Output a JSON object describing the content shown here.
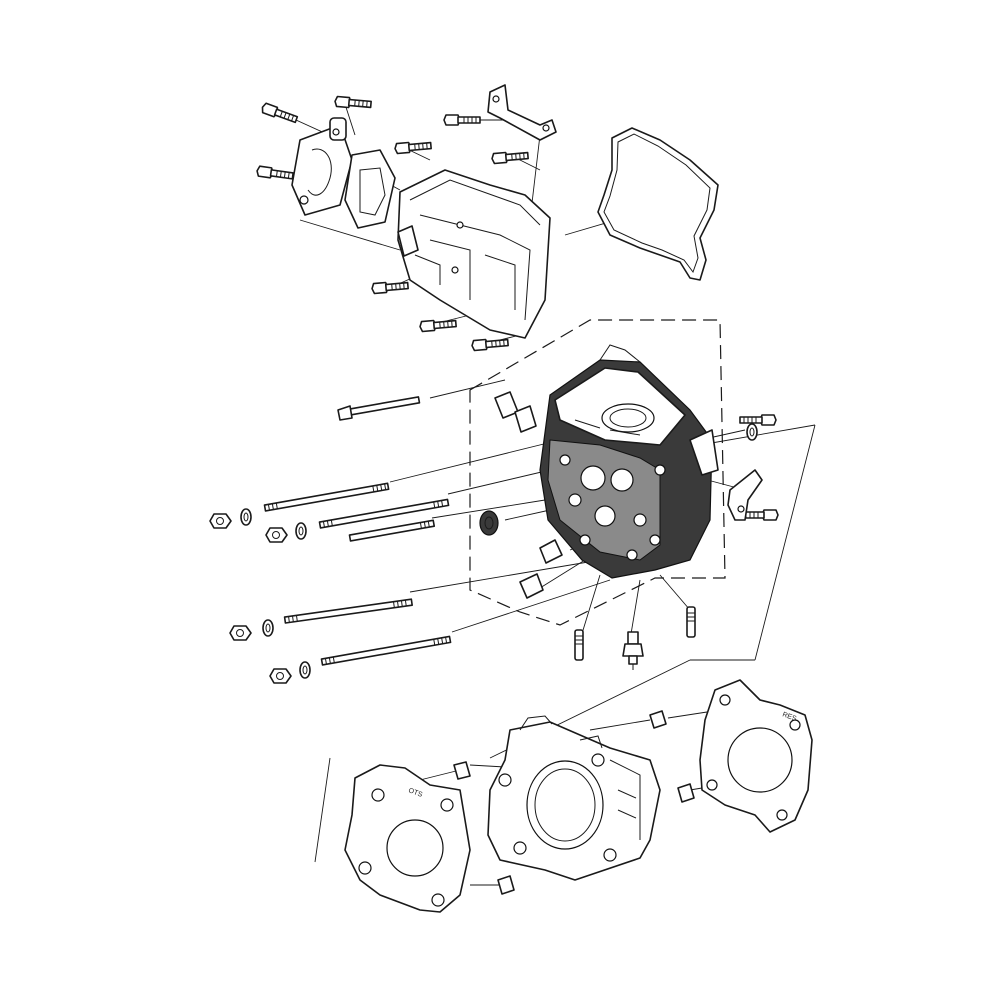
{
  "diagram": {
    "type": "exploded-parts-diagram",
    "colors": {
      "line": "#1a1a1a",
      "fill": "#ffffff",
      "shade": "#3a3a3a"
    },
    "engraved_text": [
      "OTS",
      "RES"
    ],
    "parts": [
      "bolt-icon",
      "thermostat-housing-icon",
      "thermostat-gasket-icon",
      "mounting-bracket-icon",
      "valve-cover-icon",
      "valve-cover-gasket-icon",
      "cylinder-head-icon",
      "long-stud-icon",
      "nut-icon",
      "washer-icon",
      "valve-stem-seal-icon",
      "spark-plug-icon",
      "dowel-pin-icon",
      "cylinder-block-icon",
      "head-gasket-icon",
      "base-gasket-icon"
    ]
  }
}
